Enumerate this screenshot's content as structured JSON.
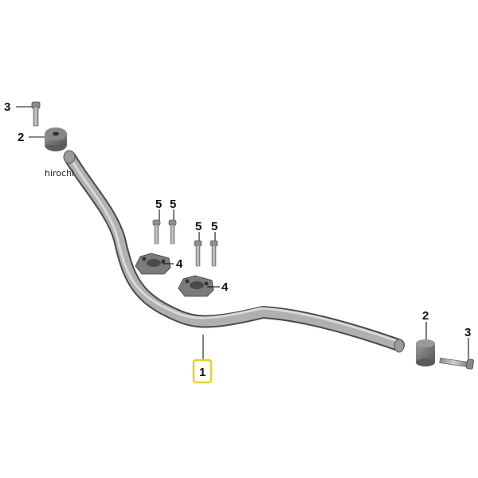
{
  "watermark": "hirochi",
  "highlight_color": "#e8d11a",
  "parts": {
    "handlebar": {
      "number": "1",
      "name": "handlebar-icon"
    },
    "end_weight_left": {
      "number": "2",
      "name": "end-weight-icon"
    },
    "end_weight_right": {
      "number": "2",
      "name": "end-weight-icon"
    },
    "end_bolt_left": {
      "number": "3",
      "name": "end-bolt-icon"
    },
    "end_bolt_right": {
      "number": "3",
      "name": "end-bolt-icon"
    },
    "clamp_rear": {
      "number": "4",
      "name": "riser-clamp-icon"
    },
    "clamp_front": {
      "number": "4",
      "name": "riser-clamp-icon"
    },
    "clamp_bolt_a": {
      "number": "5",
      "name": "clamp-bolt-icon"
    },
    "clamp_bolt_b": {
      "number": "5",
      "name": "clamp-bolt-icon"
    },
    "clamp_bolt_c": {
      "number": "5",
      "name": "clamp-bolt-icon"
    },
    "clamp_bolt_d": {
      "number": "5",
      "name": "clamp-bolt-icon"
    }
  }
}
